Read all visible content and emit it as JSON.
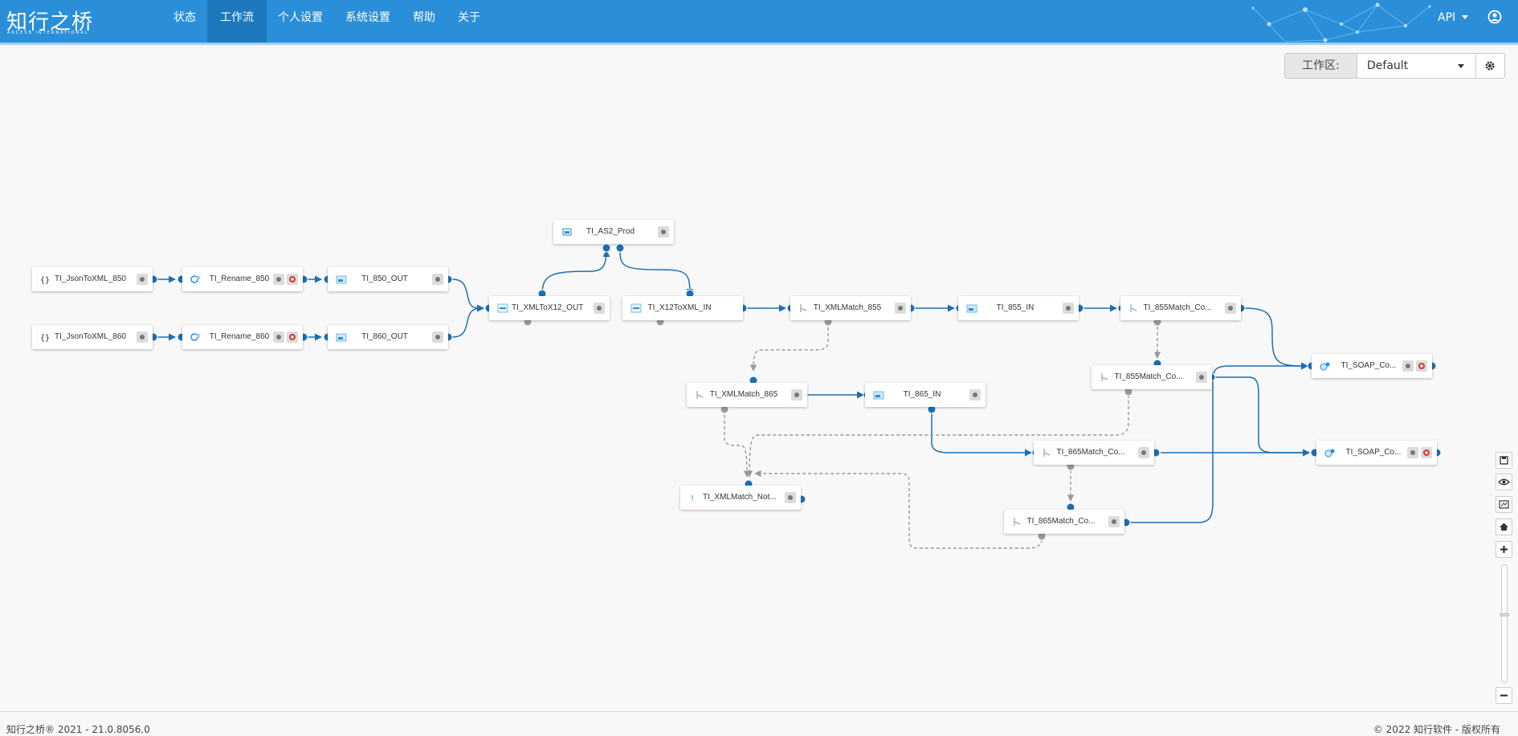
{
  "header": {
    "logo_text": "知行之桥",
    "logo_subtext": "ARCESB INTERNATIONAL",
    "nav": [
      {
        "label": "状态",
        "active": false
      },
      {
        "label": "工作流",
        "active": true
      },
      {
        "label": "个人设置",
        "active": false
      },
      {
        "label": "系统设置",
        "active": false
      },
      {
        "label": "帮助",
        "active": false
      },
      {
        "label": "关于",
        "active": false
      }
    ],
    "api_label": "API",
    "user_icon": "user-circle-icon"
  },
  "workspace": {
    "label": "工作区:",
    "selected": "Default",
    "settings_icon": "gear-icon"
  },
  "flow": {
    "nodes": [
      {
        "id": "json850",
        "label": "TI_JsonToXML_850",
        "icon": "json-icon",
        "stop": false
      },
      {
        "id": "rename850",
        "label": "TI_Rename_850",
        "icon": "rename-icon",
        "stop": true
      },
      {
        "id": "out850",
        "label": "TI_850_OUT",
        "icon": "folder-icon",
        "stop": false
      },
      {
        "id": "json860",
        "label": "TI_JsonToXML_860",
        "icon": "json-icon",
        "stop": false
      },
      {
        "id": "rename860",
        "label": "TI_Rename_860",
        "icon": "rename-icon",
        "stop": true
      },
      {
        "id": "out860",
        "label": "TI_860_OUT",
        "icon": "folder-icon",
        "stop": false
      },
      {
        "id": "as2",
        "label": "TI_AS2_Prod",
        "icon": "as2-icon",
        "stop": false
      },
      {
        "id": "xmltox12",
        "label": "TI_XMLToX12_OUT",
        "icon": "x12-icon",
        "stop": false
      },
      {
        "id": "x12toxml",
        "label": "TI_X12ToXML_IN",
        "icon": "x12-icon",
        "stop": false
      },
      {
        "id": "match855",
        "label": "TI_XMLMatch_855",
        "icon": "match-icon",
        "stop": false
      },
      {
        "id": "in855",
        "label": "TI_855_IN",
        "icon": "folder-icon",
        "stop": false
      },
      {
        "id": "m855co1",
        "label": "TI_855Match_Co...",
        "icon": "match-icon",
        "stop": false
      },
      {
        "id": "m855co2",
        "label": "TI_855Match_Co...",
        "icon": "match-icon",
        "stop": false
      },
      {
        "id": "soap1",
        "label": "TI_SOAP_Co...",
        "icon": "soap-icon",
        "stop": true
      },
      {
        "id": "match865",
        "label": "TI_XMLMatch_865",
        "icon": "match-icon",
        "stop": false
      },
      {
        "id": "in865",
        "label": "TI_865_IN",
        "icon": "folder-icon",
        "stop": false
      },
      {
        "id": "m865co1",
        "label": "TI_865Match_Co...",
        "icon": "match-icon",
        "stop": false
      },
      {
        "id": "soap2",
        "label": "TI_SOAP_Co...",
        "icon": "soap-icon",
        "stop": true
      },
      {
        "id": "notmatch",
        "label": "TI_XMLMatch_Not...",
        "icon": "info-icon",
        "stop": false
      },
      {
        "id": "m865co2",
        "label": "TI_865Match_Co...",
        "icon": "match-icon",
        "stop": false
      }
    ]
  },
  "tools": [
    {
      "name": "save-icon"
    },
    {
      "name": "eye-icon"
    },
    {
      "name": "fit-screen-icon"
    },
    {
      "name": "home-icon"
    },
    {
      "name": "zoom-in-icon"
    },
    {
      "name": "zoom-out-icon"
    }
  ],
  "zoom": {
    "level": 0.58
  },
  "footer": {
    "left": "知行之桥® 2021 - 21.0.8056.0",
    "right": "© 2022 知行软件 - 版权所有"
  },
  "colors": {
    "header": "#2a8fd8",
    "header_active": "#1e78bd",
    "link": "#1b6fb3",
    "dashed": "#999999"
  }
}
